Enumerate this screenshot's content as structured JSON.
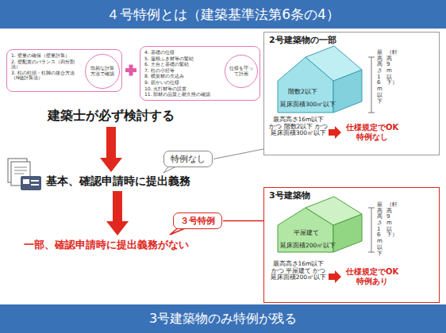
{
  "diagram": {
    "title": "４号特例とは（建築基準法第6条の4）",
    "caption": "3号建築物のみ特例が残る",
    "nodes": [
      {
        "text": [
          "1. 壁量の確保（壁量計算）",
          "2. 壁配置のバランス（四分割法）",
          "3. 柱の柱頭・柱脚の接合方法（N値計算法）"
        ]
      },
      {
        "text": [
          "簡易な計算方法で確認"
        ],
        "in": 0
      },
      {
        "text": [
          "4. 基礎の仕様",
          "5. 屋根ふき材等の緊結",
          "6. 土台と基礎の緊結",
          "7. 柱の小径等",
          "8. 横架材の欠込み",
          "9. 筋かいの仕様",
          "10. 火打材等の設置",
          "11. 部材の品質と耐久性の確認"
        ]
      },
      {
        "text": [
          "仕様を守って計画"
        ],
        "in": 2
      },
      {
        "text": [
          "建築士が必ず検討する"
        ]
      },
      {
        "text": [
          "基本、確認申請時に提出義務"
        ]
      },
      {
        "text": [
          "特例なし"
        ]
      },
      {
        "text": [
          "一部、確認申請時に提出義務がない"
        ]
      },
      {
        "text": [
          "３号特例"
        ]
      },
      {
        "text": [
          "2号建築物の一部",
          "階数2以下",
          "延床面積300㎡以下",
          "最高高さ16m以下",
          "（軒高9m以下）",
          "最高高さ16m以下 かつ 階数2以下 かつ 延床面積300㎡以下",
          "仕様規定でOK 特例なし"
        ]
      },
      {
        "text": [
          "3号建築物",
          "平屋建て",
          "延床面積200㎡以下",
          "最高高さ16m以下",
          "（軒高9m以下）",
          "最高高さ16m以下 かつ 平屋建て かつ 延床面積200㎡以下",
          "仕様規定でOK 特例あり"
        ]
      }
    ],
    "edges": [
      {
        "from": 4,
        "to": 5,
        "arrow": "to"
      },
      {
        "from": 5,
        "to": 7,
        "arrow": "to"
      },
      {
        "from": 6,
        "to": 9,
        "arrow": "none"
      },
      {
        "from": 8,
        "to": 10,
        "arrow": "none"
      }
    ]
  }
}
